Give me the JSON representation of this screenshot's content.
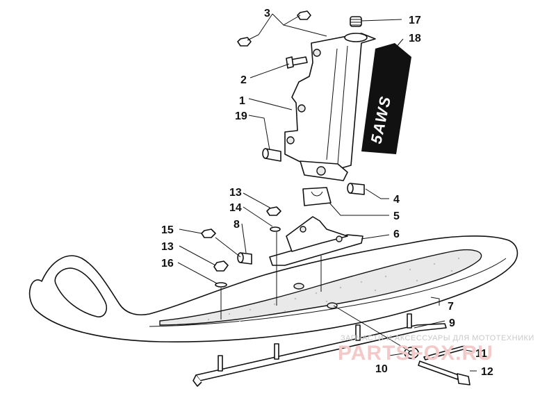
{
  "diagram": {
    "callouts": [
      {
        "id": "c1",
        "label": "1"
      },
      {
        "id": "c2",
        "label": "2"
      },
      {
        "id": "c3",
        "label": "3"
      },
      {
        "id": "c4",
        "label": "4"
      },
      {
        "id": "c5",
        "label": "5"
      },
      {
        "id": "c6",
        "label": "6"
      },
      {
        "id": "c7",
        "label": "7"
      },
      {
        "id": "c8",
        "label": "8"
      },
      {
        "id": "c9",
        "label": "9"
      },
      {
        "id": "c10",
        "label": "10"
      },
      {
        "id": "c11",
        "label": "11"
      },
      {
        "id": "c12",
        "label": "12"
      },
      {
        "id": "c13a",
        "label": "13"
      },
      {
        "id": "c13b",
        "label": "13"
      },
      {
        "id": "c14",
        "label": "14"
      },
      {
        "id": "c15",
        "label": "15"
      },
      {
        "id": "c16",
        "label": "16"
      },
      {
        "id": "c17",
        "label": "17"
      },
      {
        "id": "c18",
        "label": "18"
      },
      {
        "id": "c19",
        "label": "19"
      }
    ],
    "decal_text": "5AWS"
  },
  "watermark": {
    "caption": "ЗАПЧАСТИ И АКСЕССУАРЫ ДЛЯ МОТОТЕХНИКИ",
    "site": "PARTSFOX.RU"
  },
  "colors": {
    "line": "#111111",
    "background": "#ffffff",
    "watermark_text": "#c9c9c9",
    "watermark_logo": "#f3c9c9"
  }
}
